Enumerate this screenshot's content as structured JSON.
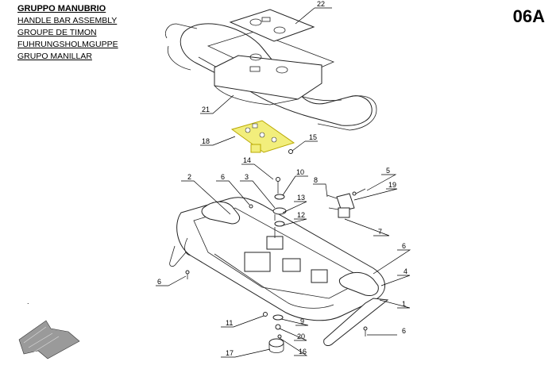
{
  "header": {
    "titles": [
      "GRUPPO MANUBRIO",
      "HANDLE BAR ASSEMBLY",
      "GROUPE DE TIMON",
      "FUHRUNGSHOLMGUPPE",
      "GRUPO MANILLAR"
    ],
    "code": "06A"
  },
  "colors": {
    "highlight": "#f2ee7c",
    "highlight_stroke": "#b9a800"
  },
  "part_numbers": [
    "22",
    "21",
    "18",
    "15",
    "14",
    "10",
    "5",
    "19",
    "8",
    "2",
    "6",
    "3",
    "13",
    "12",
    "7",
    "6",
    "6",
    "4",
    "1",
    "11",
    "9",
    "20",
    "17",
    "16",
    "6"
  ],
  "footer_mark": "."
}
